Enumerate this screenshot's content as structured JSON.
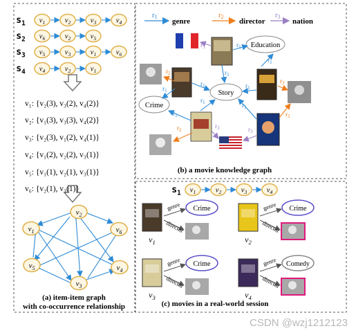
{
  "sessions": {
    "s1": {
      "label": "s",
      "sub": "1",
      "items": [
        [
          "v",
          "1"
        ],
        [
          "v",
          "2"
        ],
        [
          "v",
          "3"
        ],
        [
          "v",
          "4"
        ]
      ]
    },
    "s2": {
      "label": "s",
      "sub": "2",
      "items": [
        [
          "v",
          "6"
        ],
        [
          "v",
          "2"
        ],
        [
          "v",
          "5"
        ]
      ]
    },
    "s3": {
      "label": "s",
      "sub": "3",
      "items": [
        [
          "v",
          "5"
        ],
        [
          "v",
          "3"
        ],
        [
          "v",
          "1"
        ],
        [
          "v",
          "6"
        ]
      ]
    },
    "s4": {
      "label": "s",
      "sub": "4",
      "items": [
        [
          "v",
          "4"
        ],
        [
          "v",
          "2"
        ],
        [
          "v",
          "1"
        ]
      ]
    }
  },
  "cooccurrence": [
    "v₁:  {v₂(3), v₃(2), v₄(2)}",
    "v₂:  {v₁(3), v₃(3), v₄(2)}",
    "v₃:  {v₂(3), v₁(2), v₄(1)}",
    "v₄:  {v₁(2), v₂(2), v₃(1)}",
    "v₅:  {v₁(1), v₂(1), v₃(1)}",
    "v₆:  {v₂(1), v₃(1)}"
  ],
  "graph_nodes": [
    "v₁",
    "v₂",
    "v₆",
    "v₅",
    "v₄",
    "v₃"
  ],
  "caption_a": [
    "(a)  item-item graph",
    "with co-occurrence relationship"
  ],
  "legend": {
    "r1": {
      "r": "r",
      "sub": "1",
      "text": "genre",
      "color": "#2e8bd6"
    },
    "r2": {
      "r": "r",
      "sub": "2",
      "text": "director",
      "color": "#ef7d1a"
    },
    "r3": {
      "r": "r",
      "sub": "3",
      "text": "nation",
      "color": "#9b7fc4"
    }
  },
  "kg_nodes": {
    "education": "Education",
    "story": "Story",
    "crime": "Crime"
  },
  "kg_rel": {
    "r1": [
      "r",
      "1"
    ],
    "r2": [
      "r",
      "2"
    ],
    "r3": [
      "r",
      "3"
    ]
  },
  "caption_b": "(b) a movie knowledge graph",
  "session_c": {
    "label": "s",
    "sub": "1",
    "items": [
      [
        "v",
        "1"
      ],
      [
        "v",
        "2"
      ],
      [
        "v",
        "3"
      ],
      [
        "v",
        "4"
      ]
    ]
  },
  "movies": [
    {
      "name": "v",
      "sub": "1",
      "genre": "Crime"
    },
    {
      "name": "v",
      "sub": "2",
      "genre": "Crime"
    },
    {
      "name": "v",
      "sub": "3",
      "genre": "Crime"
    },
    {
      "name": "v",
      "sub": "4",
      "genre": "Comedy"
    }
  ],
  "edge_words": {
    "genre": "genre",
    "director": "director"
  },
  "caption_c": "(c) movies in a real-world session",
  "watermark": "CSDN @wzj1212123",
  "colors": {
    "node_stroke": "#e0b24c",
    "node_fill": "#fdf6e3",
    "blue": "#2e8bd6",
    "orange": "#ef7d1a",
    "purple": "#9b7fc4",
    "crime_stroke": "#5b4fc8",
    "pink": "#e0187c"
  }
}
